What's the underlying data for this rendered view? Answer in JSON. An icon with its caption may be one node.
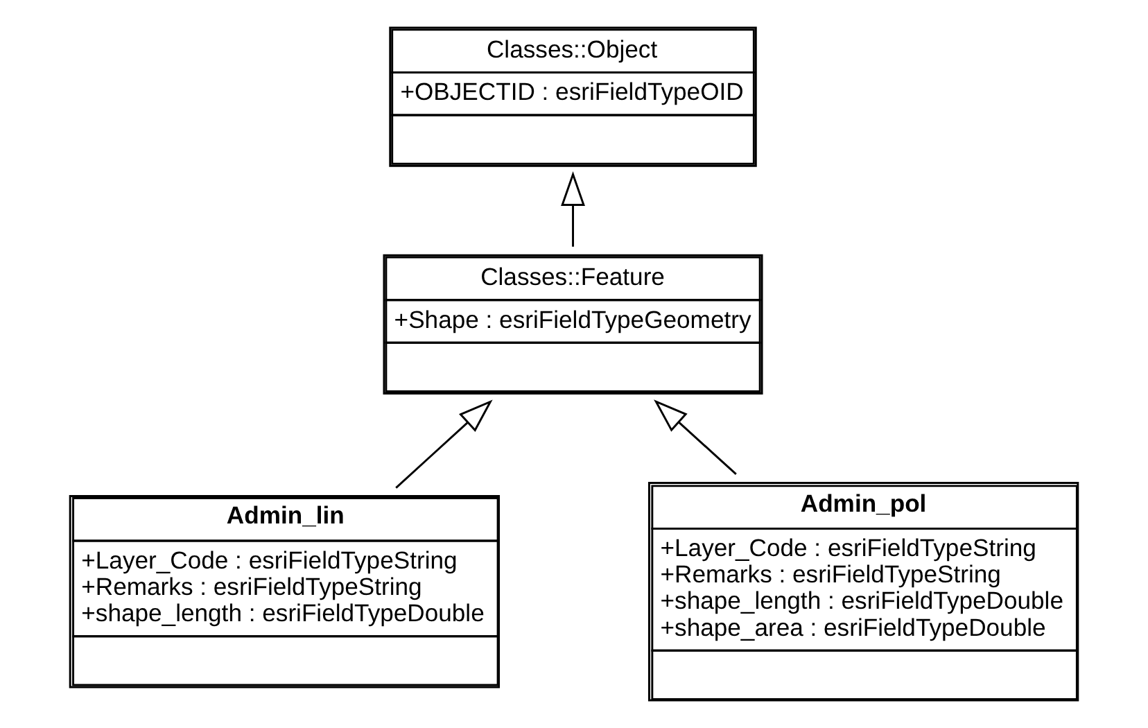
{
  "diagram": {
    "nodes": [
      {
        "text": [
          "Classes::Object",
          "+OBJECTID : esriFieldTypeOID"
        ]
      },
      {
        "text": [
          "Classes::Feature",
          "+Shape : esriFieldTypeGeometry"
        ]
      },
      {
        "text": [
          "Admin_lin",
          "+Layer_Code : esriFieldTypeString",
          "+Remarks : esriFieldTypeString",
          "+shape_length : esriFieldTypeDouble"
        ]
      },
      {
        "text": [
          "Admin_pol",
          "+Layer_Code : esriFieldTypeString",
          "+Remarks : esriFieldTypeString",
          "+shape_length : esriFieldTypeDouble",
          "+shape_area : esriFieldTypeDouble"
        ]
      }
    ],
    "edges": [
      {
        "from": 1,
        "to": 0,
        "arrow": "to"
      },
      {
        "from": 2,
        "to": 1,
        "arrow": "to"
      },
      {
        "from": 3,
        "to": 1,
        "arrow": "to"
      }
    ]
  }
}
